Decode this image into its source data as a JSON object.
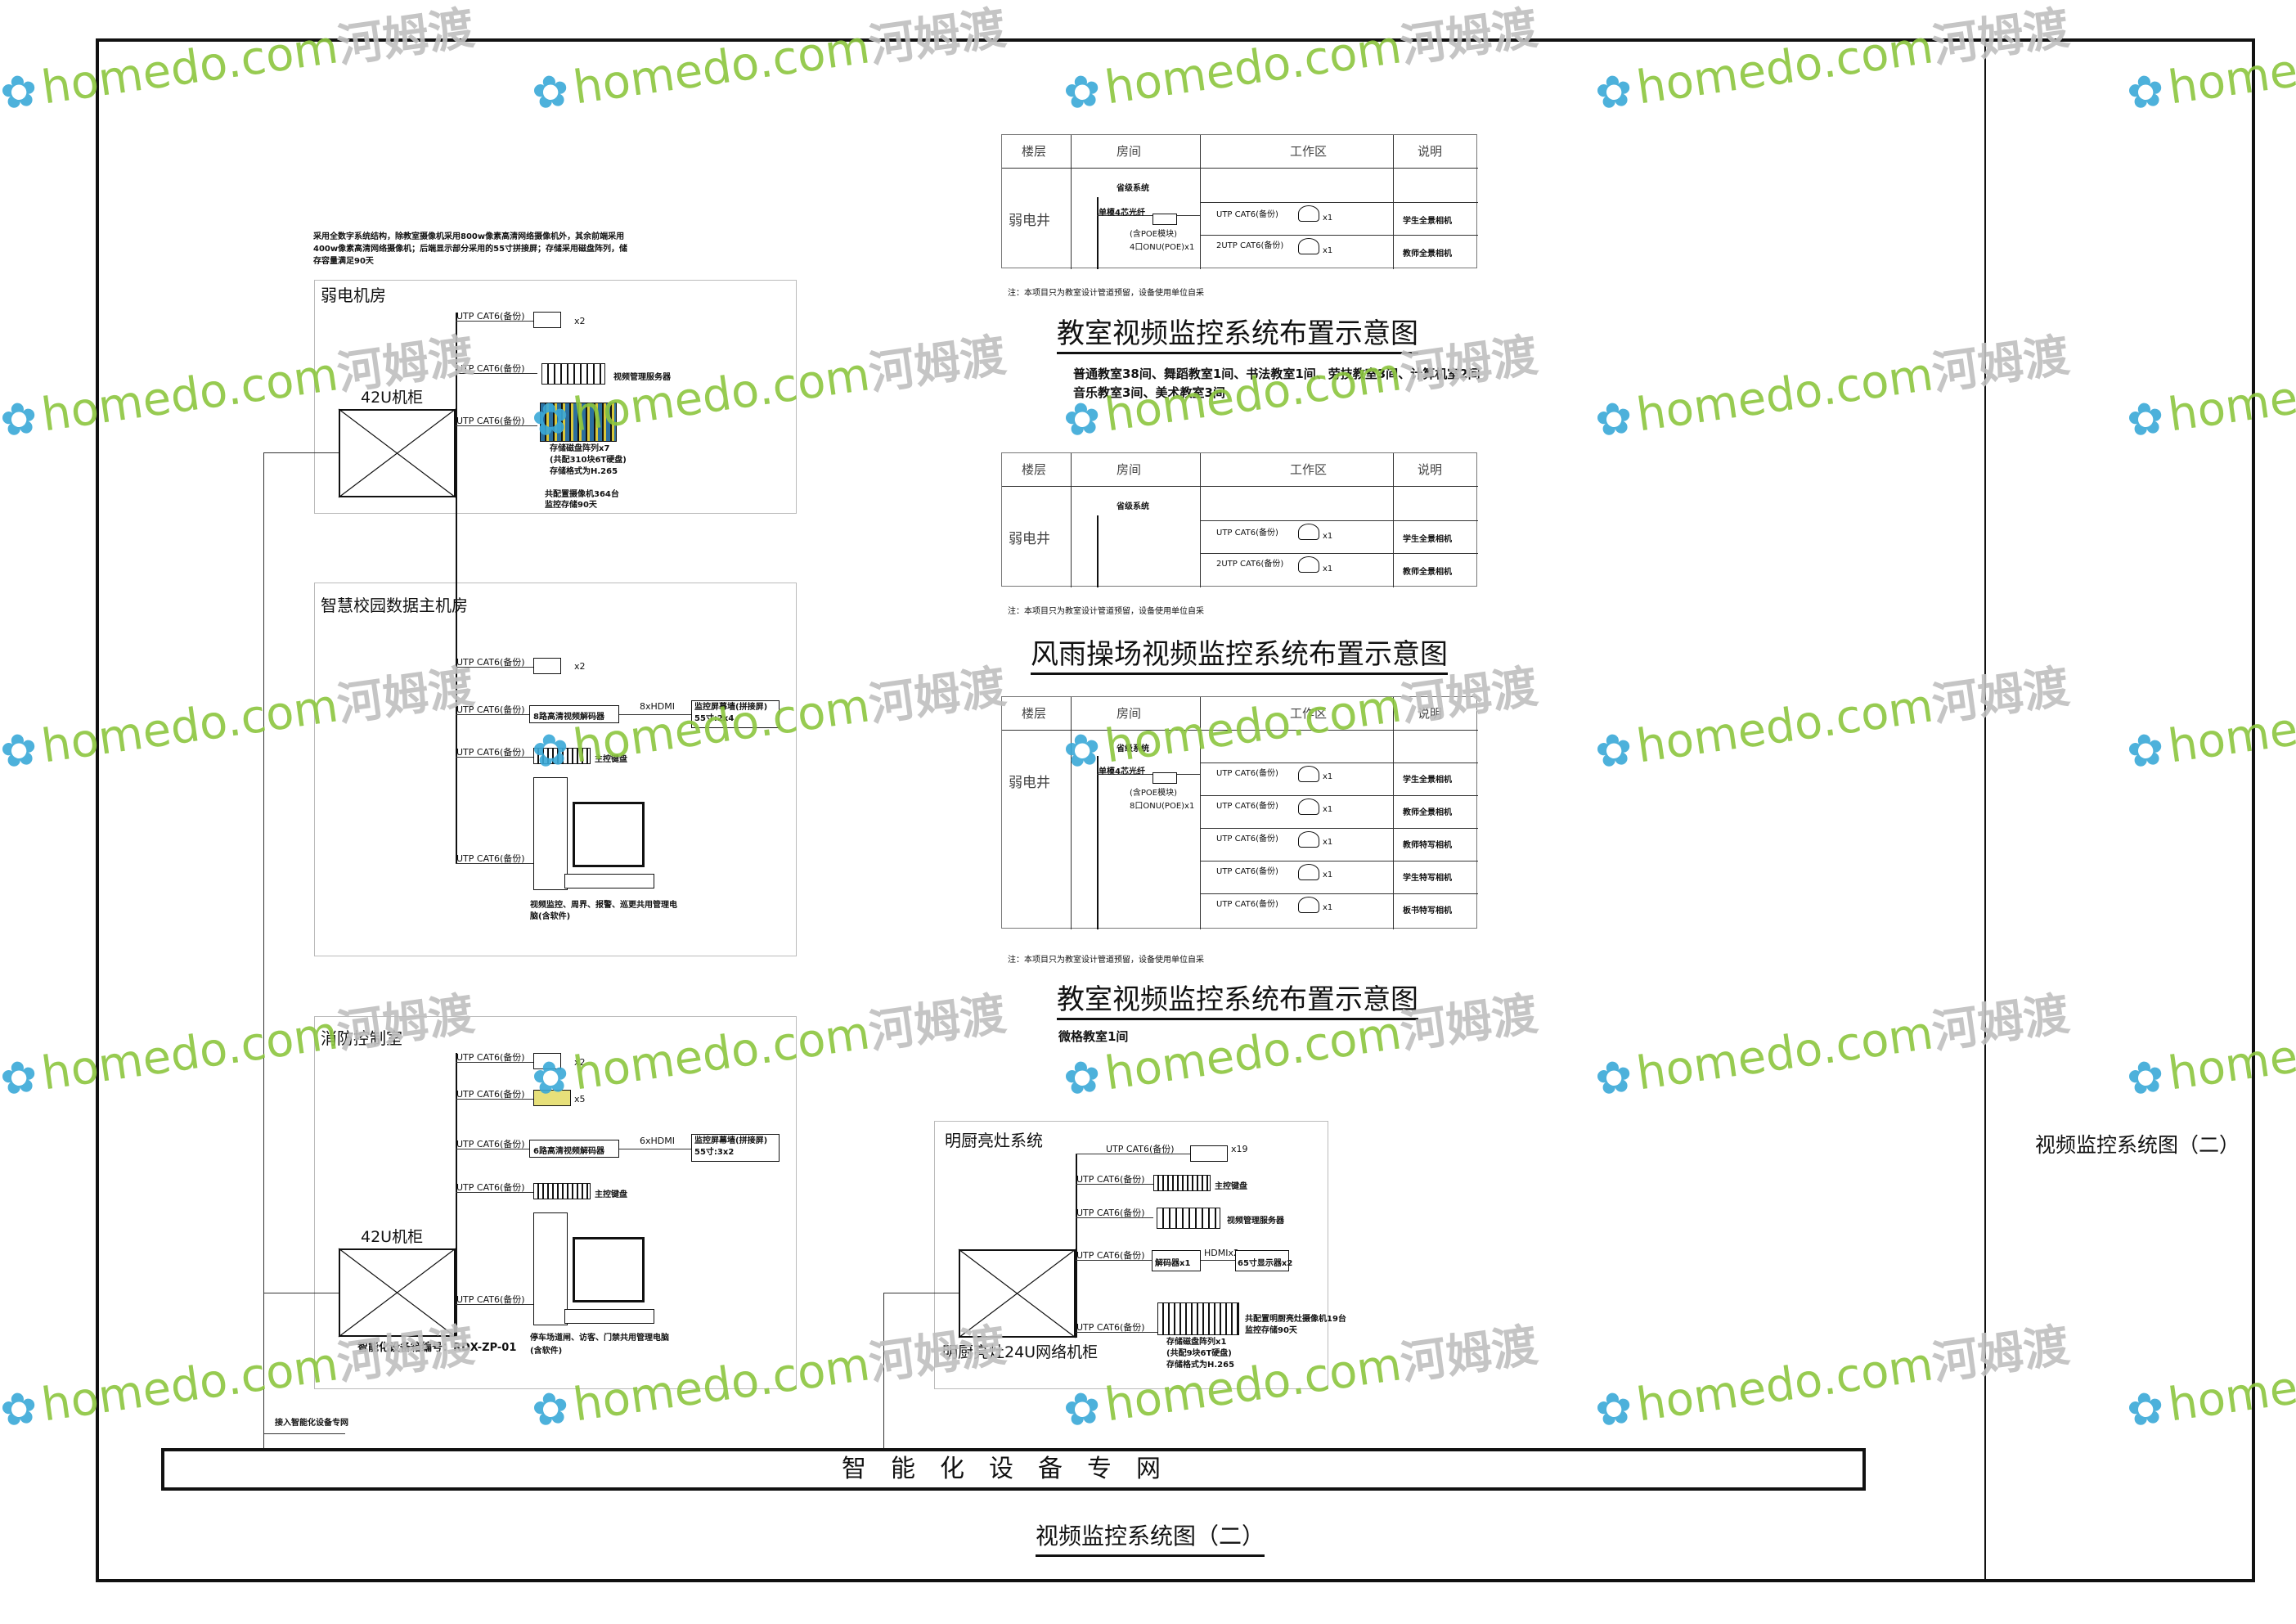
{
  "watermark": {
    "text": "homedo.com",
    "cn": "河姆渡",
    "flower": "✿"
  },
  "header_note": "采用全数字系统结构，除教室摄像机采用800w像素高清网络摄像机外，其余前端采用400w像素高清网络摄像机；后端显示部分采用的55寸拼接屏；存储采用磁盘阵列，储存容量满足90天",
  "rooms": {
    "weak_room": {
      "title": "弱电机房",
      "cabinet": "42U机柜",
      "links": [
        "UTP CAT6(备份)",
        "UTP CAT6(备份)",
        "UTP CAT6(备份)"
      ],
      "x2": "x2",
      "server": "视频管理服务器",
      "storage": "存储磁盘阵列x7\n(共配310块6T硬盘)\n存储格式为H.265",
      "storage_note": "共配置摄像机364台\n监控存储90天"
    },
    "data_room": {
      "title": "智慧校园数据主机房",
      "links": [
        "UTP CAT6(备份)",
        "UTP CAT6(备份)",
        "UTP CAT6(备份)",
        "UTP CAT6(备份)"
      ],
      "x2": "x2",
      "decoder": "8路高清视频解码器",
      "hdmi": "8xHDMI",
      "wall": "监控屏幕墙(拼接屏)\n55寸:2x4",
      "keyboard": "主控键盘",
      "pc_note": "视频监控、周界、报警、巡更共用管理电脑(含软件)"
    },
    "fire_room": {
      "title": "消防控制室",
      "cabinet": "42U机柜",
      "links": [
        "UTP CAT6(备份)",
        "UTP CAT6(备份)",
        "UTP CAT6(备份)",
        "UTP CAT6(备份)",
        "UTP CAT6(备份)"
      ],
      "x2": "x2",
      "x5": "x5",
      "decoder": "6路高清视频解码器",
      "hdmi": "6xHDMI",
      "wall": "监控屏幕墙(拼接屏)\n55寸:3x2",
      "keyboard": "主控键盘",
      "pc_note": "停车场道闸、访客、门禁共用管理电脑\n(含软件)",
      "cab_note": "智能化设备箱编号：RDX-ZP-01"
    },
    "kitchen": {
      "title": "明厨亮灶系统",
      "cabinet": "明厨亮灶24U网络机柜",
      "links": [
        "UTP CAT6(备份)",
        "UTP CAT6(备份)",
        "UTP CAT6(备份)",
        "UTP CAT6(备份)",
        "UTP CAT6(备份)"
      ],
      "x19": "x19",
      "keyboard": "主控键盘",
      "server": "视频管理服务器",
      "decoder": "解码器x1",
      "hdmi": "HDMIx2",
      "screen": "65寸显示器x2",
      "storage": "存储磁盘阵列x1\n(共配9块6T硬盘)\n存储格式为H.265",
      "storage_note": "共配置明厨亮灶摄像机19台\n监控存储90天"
    }
  },
  "net_note": "接入智能化设备专网",
  "tables": {
    "headers": [
      "楼层",
      "房间",
      "工作区",
      "说明"
    ],
    "floor": "弱电井",
    "t1": {
      "label_top": "省级系统",
      "switch": "单模4芯光纤",
      "poe": "(含POE模块)",
      "onu": "4口ONU(POE)x1",
      "rows": [
        {
          "link": "UTP CAT6(备份)",
          "qty": "x1",
          "desc": "学生全景相机"
        },
        {
          "link": "2UTP CAT6(备份)",
          "qty": "x1",
          "desc": "教师全景相机"
        }
      ]
    },
    "t2": {
      "label_top": "省级系统",
      "rows": [
        {
          "link": "UTP CAT6(备份)",
          "qty": "x1",
          "desc": "学生全景相机"
        },
        {
          "link": "2UTP CAT6(备份)",
          "qty": "x1",
          "desc": "教师全景相机"
        }
      ]
    },
    "t3": {
      "label_top": "省级系统",
      "switch": "单模4芯光纤",
      "poe": "(含POE模块)",
      "onu": "8口ONU(POE)x1",
      "rows": [
        {
          "link": "UTP CAT6(备份)",
          "qty": "x1",
          "desc": "学生全景相机"
        },
        {
          "link": "UTP CAT6(备份)",
          "qty": "x1",
          "desc": "教师全景相机"
        },
        {
          "link": "UTP CAT6(备份)",
          "qty": "x1",
          "desc": "教师特写相机"
        },
        {
          "link": "UTP CAT6(备份)",
          "qty": "x1",
          "desc": "学生特写相机"
        },
        {
          "link": "UTP CAT6(备份)",
          "qty": "x1",
          "desc": "板书特写相机"
        }
      ]
    },
    "note": "注：本项目只为教室设计管道预留，设备使用单位自采"
  },
  "diagrams": {
    "d1": {
      "title": "教室视频监控系统布置示意图",
      "sub1": "普通教室38间、舞蹈教室1间、书法教室1间、劳技教室3间、计算机室2间",
      "sub2": "音乐教室3间、美术教室3间"
    },
    "d2": {
      "title": "风雨操场视频监控系统布置示意图"
    },
    "d3": {
      "title": "教室视频监控系统布置示意图",
      "sub1": "微格教室1间"
    }
  },
  "bus": "智能化设备专网",
  "main_title": "视频监控系统图（二）",
  "side_title": "视频监控系统图（二）"
}
